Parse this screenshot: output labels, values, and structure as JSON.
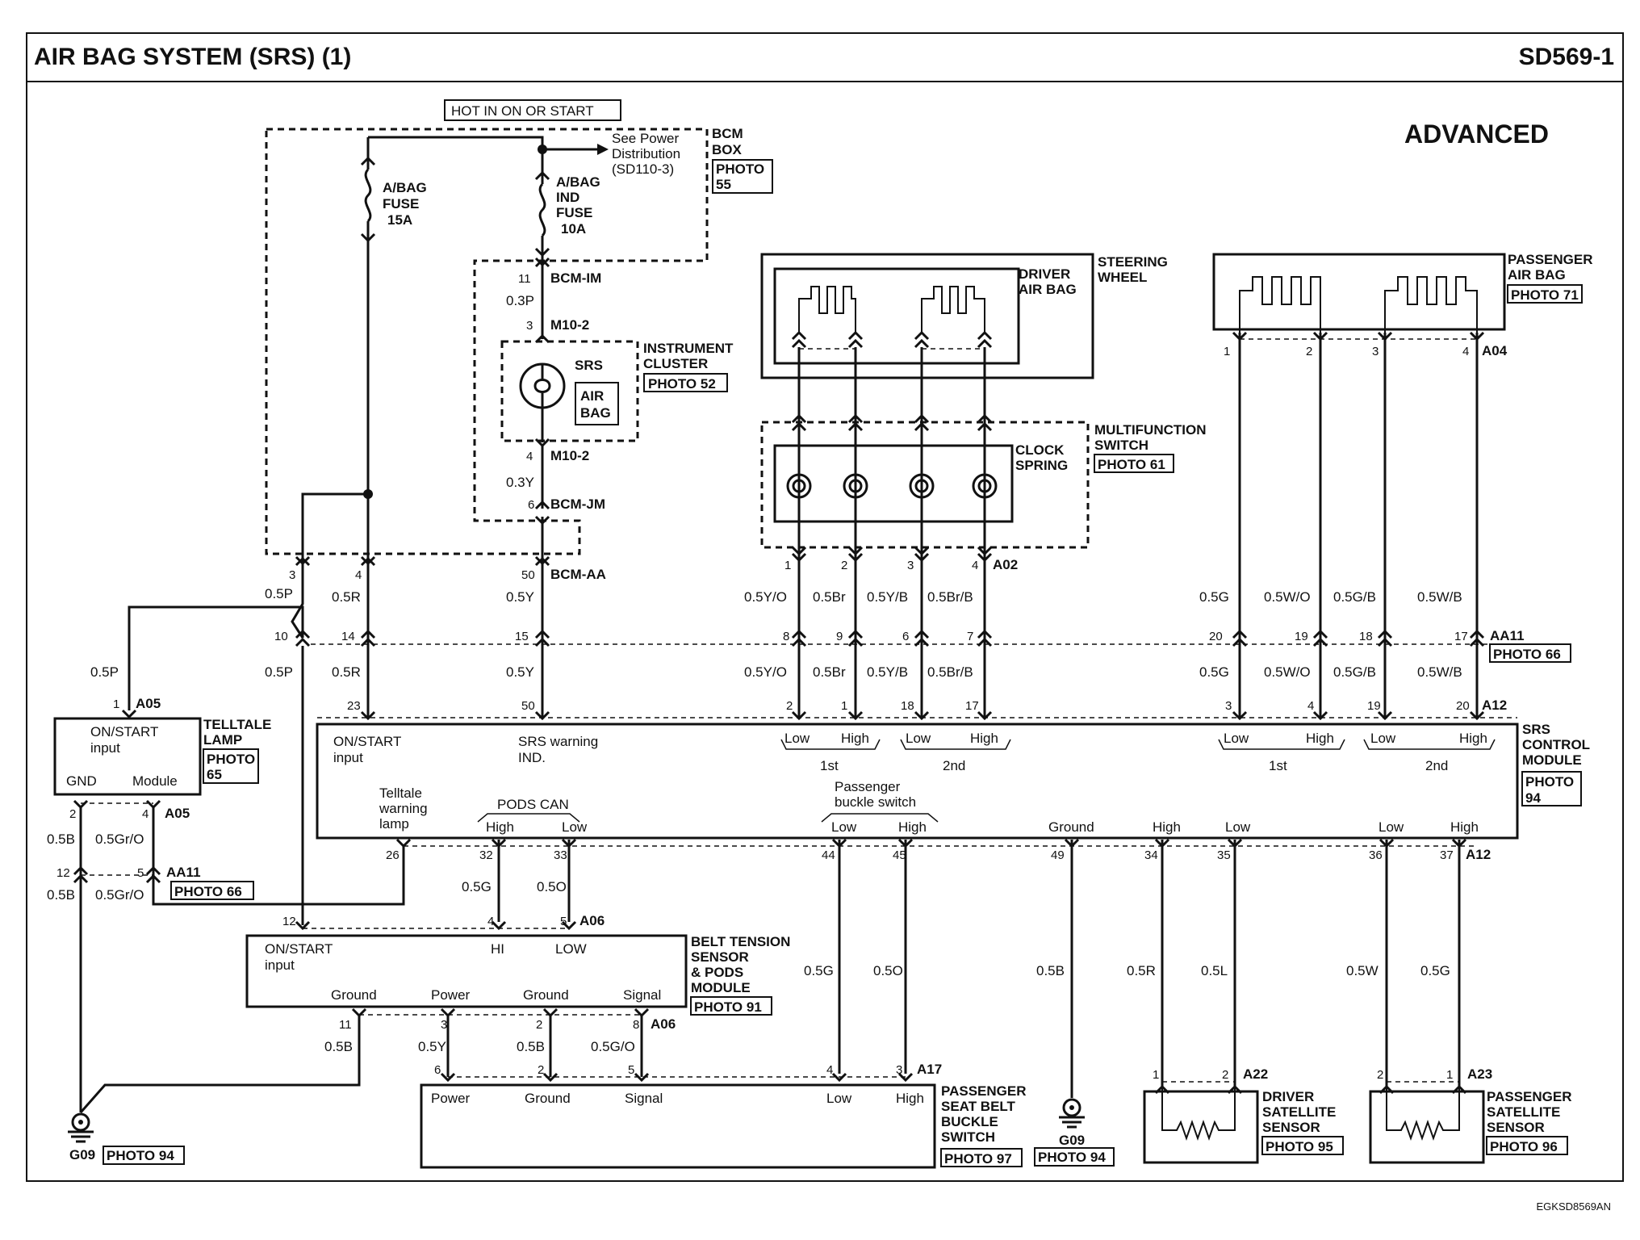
{
  "header": {
    "title": "AIR BAG SYSTEM (SRS) (1)",
    "code": "SD569-1",
    "variant": "ADVANCED"
  },
  "doc_code": "EGKSD8569AN",
  "hot_label": "HOT IN ON OR START",
  "see_power": [
    "See Power",
    "Distribution",
    "(SD110-3)"
  ],
  "bcm_box": {
    "name": [
      "BCM",
      "BOX"
    ],
    "photo": [
      "PHOTO",
      "55"
    ]
  },
  "fuses": [
    {
      "lines": [
        "A/BAG",
        "FUSE",
        "15A"
      ]
    },
    {
      "lines": [
        "A/BAG",
        "IND",
        "FUSE",
        "10A"
      ]
    }
  ],
  "connectors": {
    "bcm_im": "BCM-IM",
    "m10_2": "M10-2",
    "bcm_jm": "BCM-JM",
    "bcm_aa": "BCM-AA",
    "a02": "A02",
    "a04": "A04",
    "aa11": "AA11",
    "a12": "A12",
    "a05": "A05",
    "a06": "A06",
    "a17": "A17",
    "a22": "A22",
    "a23": "A23"
  },
  "instrument_cluster": {
    "name": [
      "INSTRUMENT",
      "CLUSTER"
    ],
    "photo": "PHOTO 52",
    "srs": "SRS",
    "airbag": [
      "AIR",
      "BAG"
    ]
  },
  "steering_wheel": {
    "name": [
      "STEERING",
      "WHEEL"
    ],
    "driver": [
      "DRIVER",
      "AIR BAG"
    ]
  },
  "multifunction": {
    "name": [
      "MULTIFUNCTION",
      "SWITCH"
    ],
    "photo": "PHOTO 61",
    "clock": [
      "CLOCK",
      "SPRING"
    ]
  },
  "passenger_airbag": {
    "name": [
      "PASSENGER",
      "AIR BAG"
    ],
    "photo": "PHOTO 71"
  },
  "aa11_photo": "PHOTO 66",
  "wire_colors": {
    "p03": "0.3P",
    "y03": "0.3Y",
    "p05": "0.5P",
    "r05": "0.5R",
    "y05": "0.5Y",
    "yo": "0.5Y/O",
    "br": "0.5Br",
    "yb": "0.5Y/B",
    "brb": "0.5Br/B",
    "g": "0.5G",
    "wo": "0.5W/O",
    "gb": "0.5G/B",
    "wb": "0.5W/B",
    "b": "0.5B",
    "gro": "0.5Gr/O",
    "o": "0.5O",
    "r": "0.5R",
    "l": "0.5L",
    "w": "0.5W",
    "go": "0.5G/O"
  },
  "pins": {
    "bcm_im": "11",
    "m10_top": "3",
    "m10_bot": "4",
    "bcm_jm": "6",
    "aa_3": "3",
    "aa_4": "4",
    "aa_10": "10",
    "a02": [
      "1",
      "2",
      "3",
      "4"
    ],
    "a04": [
      "1",
      "2",
      "3",
      "4"
    ],
    "aa11_left": [
      "10",
      "14",
      "15",
      "8",
      "9",
      "6",
      "7"
    ],
    "aa11_right": [
      "20",
      "19",
      "18",
      "17"
    ],
    "a12_top": [
      "23",
      "50",
      "2",
      "1",
      "18",
      "17",
      "3",
      "4",
      "19",
      "20"
    ],
    "a12_bot": [
      "26",
      "32",
      "33",
      "44",
      "45",
      "49",
      "34",
      "35",
      "36",
      "37"
    ],
    "a05_top": "1",
    "a05_bot": [
      "2",
      "4"
    ],
    "aa11_b": [
      "12",
      "5"
    ],
    "a06_top": [
      "12",
      "4",
      "5"
    ],
    "a06_bot": [
      "11",
      "3",
      "2",
      "8"
    ],
    "a17": [
      "6",
      "2",
      "5",
      "4",
      "3"
    ],
    "a22": [
      "1",
      "2"
    ],
    "a23": [
      "2",
      "1"
    ]
  },
  "telltale": {
    "name": [
      "TELLTALE",
      "LAMP"
    ],
    "photo": [
      "PHOTO",
      "65"
    ],
    "in": [
      "ON/START",
      "input"
    ],
    "gnd": "GND",
    "module": "Module"
  },
  "srs_module": {
    "name": [
      "SRS",
      "CONTROL",
      "MODULE"
    ],
    "photo": [
      "PHOTO",
      "94"
    ],
    "onstart": [
      "ON/START",
      "input"
    ],
    "warning": [
      "SRS warning",
      "IND."
    ],
    "telltale": [
      "Telltale",
      "warning",
      "lamp"
    ],
    "pods": "PODS CAN",
    "buckle": [
      "Passenger",
      "buckle switch"
    ],
    "low": "Low",
    "high": "High",
    "first": "1st",
    "second": "2nd",
    "ground": "Ground"
  },
  "belt_sensor": {
    "name": [
      "BELT TENSION",
      "SENSOR",
      "& PODS",
      "MODULE"
    ],
    "photo": "PHOTO 91",
    "in": [
      "ON/START",
      "input"
    ],
    "hi": "HI",
    "low": "LOW",
    "ground": "Ground",
    "power": "Power",
    "signal": "Signal"
  },
  "buckle_switch": {
    "name": [
      "PASSENGER",
      "SEAT BELT",
      "BUCKLE",
      "SWITCH"
    ],
    "photo": "PHOTO 97",
    "power": "Power",
    "ground": "Ground",
    "signal": "Signal",
    "low": "Low",
    "high": "High"
  },
  "driver_sat": {
    "name": [
      "DRIVER",
      "SATELLITE",
      "SENSOR"
    ],
    "photo": "PHOTO 95"
  },
  "pass_sat": {
    "name": [
      "PASSENGER",
      "SATELLITE",
      "SENSOR"
    ],
    "photo": "PHOTO 96"
  },
  "grounds": [
    {
      "id": "G09",
      "photo": "PHOTO 94"
    },
    {
      "id": "G09",
      "photo": "PHOTO 94"
    }
  ]
}
